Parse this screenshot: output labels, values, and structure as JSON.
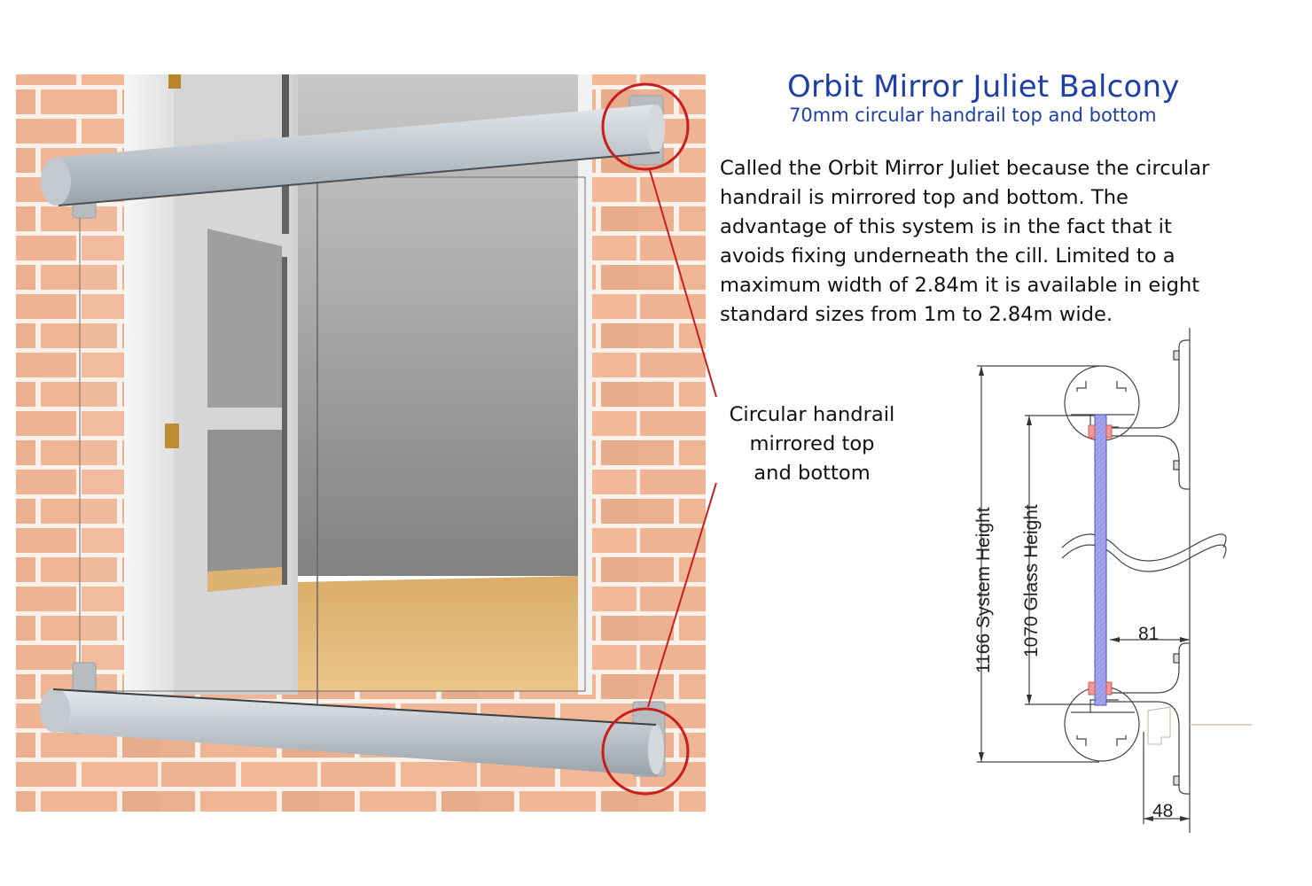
{
  "header": {
    "title": "Orbit Mirror Juliet Balcony",
    "subtitle": "70mm circular handrail top and bottom"
  },
  "description": {
    "lines": [
      "Called the Orbit Mirror Juliet because the circular",
      "handrail is mirrored top and bottom. The",
      "advantage of this system is in the fact that it",
      "avoids fixing underneath the cill. Limited to a",
      "maximum width of 2.84m it is available in eight",
      "standard sizes from 1m to 2.84m wide."
    ]
  },
  "callout": {
    "lines": [
      "Circular handrail",
      "mirrored top",
      "and bottom"
    ]
  },
  "drawing": {
    "system_height_label": "1166 System Height",
    "glass_height_label": "1070 Glass Height",
    "offset_dim": "81",
    "bracket_dim": "48"
  },
  "colors": {
    "title_blue": "#1d3fa6",
    "callout_red": "#c81e1e",
    "brick": "#eeb493",
    "mortar": "#fbf1ea",
    "rail_silver": "#b9c0c6",
    "glass_blue": "#9b9bea",
    "floor_oak": "#e2b269"
  }
}
